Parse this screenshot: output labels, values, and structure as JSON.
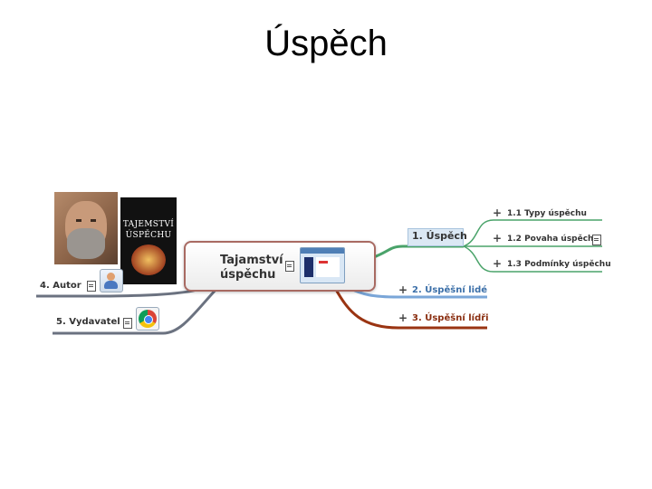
{
  "slide": {
    "title": "Úspěch"
  },
  "mindmap": {
    "central": {
      "label": "Tajamství úspěchu"
    },
    "branches": {
      "uspech": {
        "label": "1. Úspěch",
        "children": [
          {
            "label": "1.1 Typy úspěchu"
          },
          {
            "label": "1.2 Povaha úspěchu"
          },
          {
            "label": "1.3 Podmínky úspěchu"
          }
        ]
      },
      "lide": {
        "label": "2. Úspěšní lidé"
      },
      "lidri": {
        "label": "3. Úspěšní lídři"
      },
      "autor": {
        "label": "4. Autor"
      },
      "vydavatel": {
        "label": "5. Vydavatel"
      }
    },
    "book": {
      "title": "TAJEMSTVÍ ÚSPĚCHU"
    },
    "expand_symbol": "+",
    "colors": {
      "green": "#4aa36a",
      "blue": "#7aa6d8",
      "brown": "#9a3412",
      "gray": "#6b7280",
      "central_border": "#a86a62"
    }
  }
}
